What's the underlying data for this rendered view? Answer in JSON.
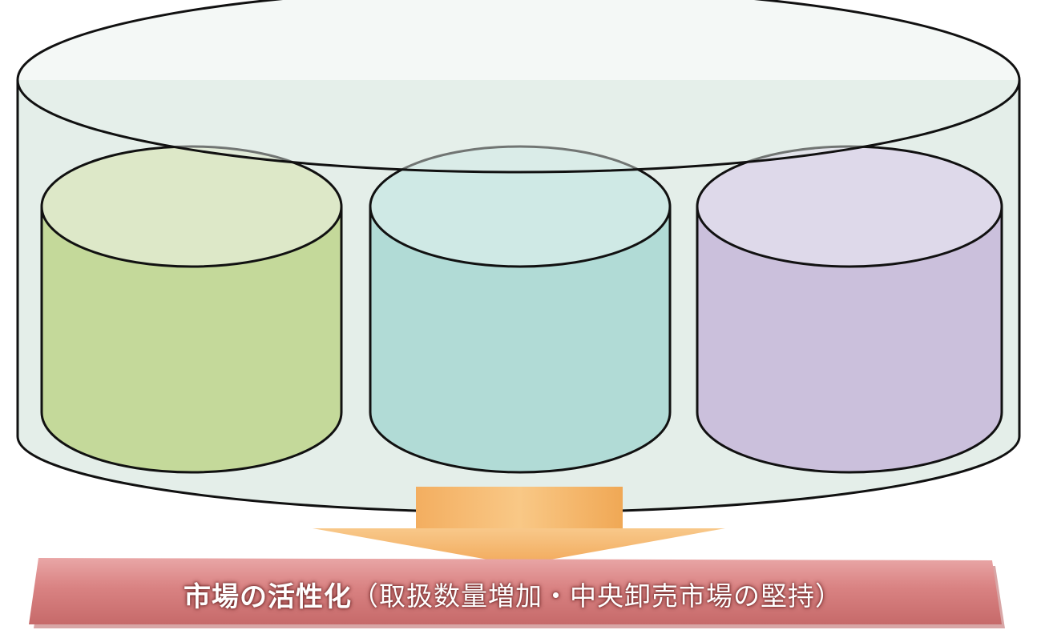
{
  "banner": {
    "main": "市場の活性化",
    "detail": "（取扱数量増加・中央卸売市場の堅持）"
  },
  "colors": {
    "container_fill": "#e4eee9",
    "cylinder_green": "#c4d99a",
    "cylinder_green_top": "#dde8c8",
    "cylinder_teal": "#b1dbd6",
    "cylinder_teal_top": "#cfe9e5",
    "cylinder_purple": "#cbc0dc",
    "cylinder_purple_top": "#ded9ea",
    "arrow": "#f5b266",
    "banner": "#d98282",
    "outline": "#111111"
  },
  "shapes": {
    "container": "container-cylinder",
    "inner": [
      "green-cylinder",
      "teal-cylinder",
      "purple-cylinder"
    ],
    "arrow": "down-arrow",
    "banner": "result-banner"
  }
}
